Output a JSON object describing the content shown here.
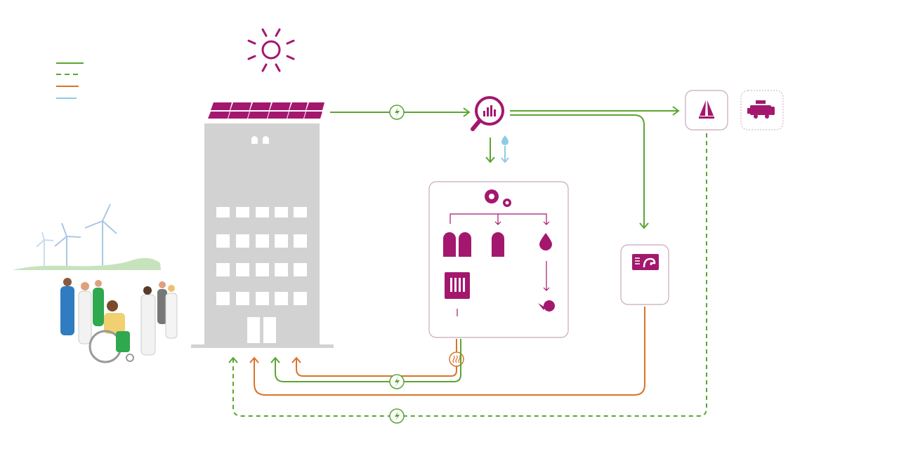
{
  "diagram": {
    "title": "",
    "colors": {
      "magenta": "#a3186e",
      "green": "#5aa532",
      "orange": "#d9732a",
      "light_blue": "#8ecbe6",
      "building_grey": "#d2d2d2",
      "box_border": "#c8a9bb",
      "landscape_green": "#c7e3bd",
      "turbine_blue": "#a9c8e6"
    },
    "legend": {
      "items": [
        {
          "style": "solid",
          "color": "green",
          "label": ""
        },
        {
          "style": "dashed",
          "color": "green",
          "label": ""
        },
        {
          "style": "solid",
          "color": "orange",
          "label": ""
        },
        {
          "style": "solid",
          "color": "light_blue",
          "label": ""
        }
      ]
    },
    "nodes": [
      {
        "id": "sun",
        "icon": "sun-icon"
      },
      {
        "id": "solar-panels",
        "icon": "solar-panel-icon"
      },
      {
        "id": "hospital-building",
        "icon": "building-icon"
      },
      {
        "id": "wind-turbines",
        "icon": "wind-turbine-icon"
      },
      {
        "id": "people",
        "icon": "people-illustration"
      },
      {
        "id": "monitoring",
        "icon": "magnifier-chart-icon"
      },
      {
        "id": "water-drop",
        "icon": "water-drop-icon"
      },
      {
        "id": "processing-unit",
        "icon": "gears-icon",
        "children": [
          "capsule-pair-icon",
          "capsule-icon",
          "blood-drop-icon",
          "radiator-icon",
          "watering-can-icon"
        ]
      },
      {
        "id": "battery-storage",
        "icon": "storage-device-icon"
      },
      {
        "id": "sailboat",
        "icon": "sailboat-icon"
      },
      {
        "id": "vehicle",
        "icon": "vehicle-icon"
      }
    ],
    "connectors": [
      {
        "from": "solar-panels",
        "to": "monitoring",
        "type": "electricity",
        "badge": "lightning-icon"
      },
      {
        "from": "monitoring",
        "to": "sailboat",
        "type": "electricity"
      },
      {
        "from": "monitoring",
        "to": "battery-storage",
        "type": "electricity"
      },
      {
        "from": "monitoring",
        "to": "processing-unit",
        "type": "electricity"
      },
      {
        "from": "water-drop",
        "to": "processing-unit",
        "type": "water"
      },
      {
        "from": "processing-unit",
        "to": "hospital-building",
        "type": "heat",
        "badge": "heat-icon"
      },
      {
        "from": "processing-unit",
        "to": "hospital-building",
        "type": "electricity",
        "badge": "lightning-icon"
      },
      {
        "from": "battery-storage",
        "to": "hospital-building",
        "type": "heat"
      },
      {
        "from": "sailboat",
        "to": "hospital-building",
        "type": "electricity-dashed",
        "badge": "lightning-icon"
      }
    ]
  }
}
